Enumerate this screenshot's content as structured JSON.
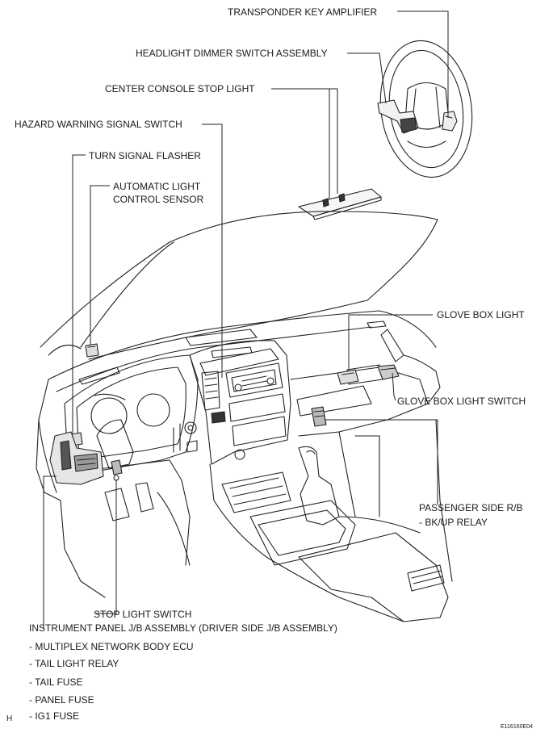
{
  "labels": {
    "transponder_key_amplifier": "TRANSPONDER KEY AMPLIFIER",
    "headlight_dimmer_switch_assembly": "HEADLIGHT DIMMER SWITCH ASSEMBLY",
    "center_console_stop_light": "CENTER CONSOLE STOP LIGHT",
    "hazard_warning_signal_switch": "HAZARD WARNING SIGNAL SWITCH",
    "turn_signal_flasher": "TURN SIGNAL FLASHER",
    "automatic_light_control_sensor_line1": "AUTOMATIC LIGHT",
    "automatic_light_control_sensor_line2": "CONTROL SENSOR",
    "glove_box_light": "GLOVE BOX LIGHT",
    "glove_box_light_switch": "GLOVE BOX LIGHT SWITCH",
    "passenger_side_rb": "PASSENGER SIDE R/B",
    "bk_up_relay": "- BK/UP RELAY",
    "stop_light_switch": "STOP LIGHT SWITCH",
    "instrument_panel_jb_assembly": "INSTRUMENT PANEL J/B ASSEMBLY (DRIVER SIDE J/B ASSEMBLY)",
    "multiplex_network_body_ecu": "- MULTIPLEX NETWORK BODY ECU",
    "tail_light_relay": "- TAIL LIGHT  RELAY",
    "tail_fuse": "- TAIL FUSE",
    "panel_fuse": "- PANEL FUSE",
    "ig1_fuse": "- IG1 FUSE"
  },
  "corner_marks": {
    "left": "H",
    "right": "E116160E04"
  }
}
